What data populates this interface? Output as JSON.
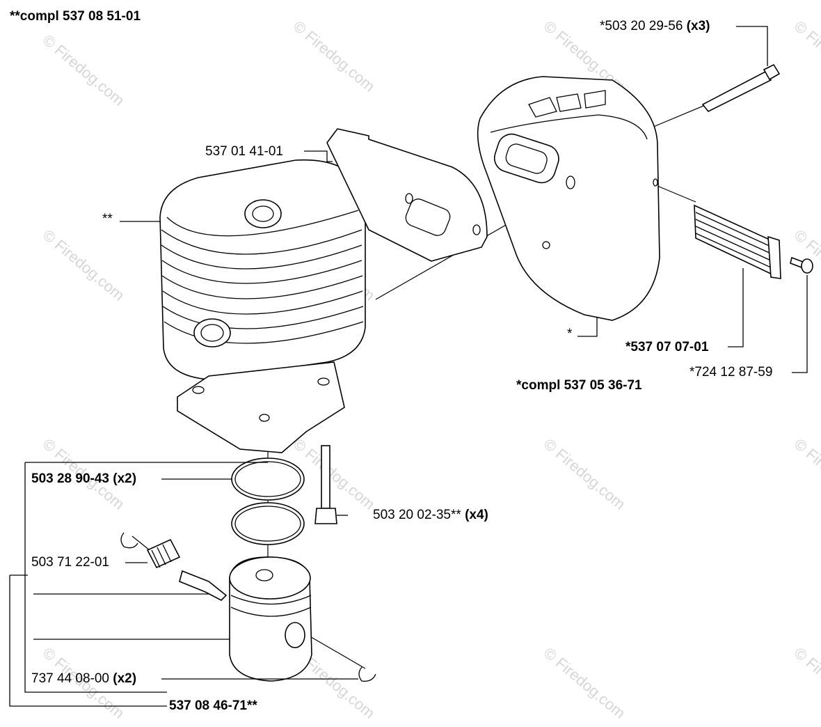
{
  "watermark": "© Firedog.com",
  "labels": {
    "cylinder_kit": "**compl 537 08 51-01",
    "bolt_x3_part": "*503 20 29-56",
    "bolt_x3_qty": "(x3)",
    "gasket": "537 01 41-01",
    "cylinder": "**",
    "muffler": "*",
    "spark_screen": "*537 07 07-01",
    "screw": "*724 12 87-59",
    "muffler_kit": "*compl 537 05 36-71",
    "piston_rings_part": "503 28 90-43",
    "piston_rings_qty": "(x2)",
    "cyl_bolt_part": "503 20 02-35**",
    "cyl_bolt_qty": "(x4)",
    "needle_bearing": "503 71 22-01",
    "circlip_part": "737 44 08-00",
    "circlip_qty": "(x2)",
    "piston_kit": "537 08 46-71**"
  }
}
